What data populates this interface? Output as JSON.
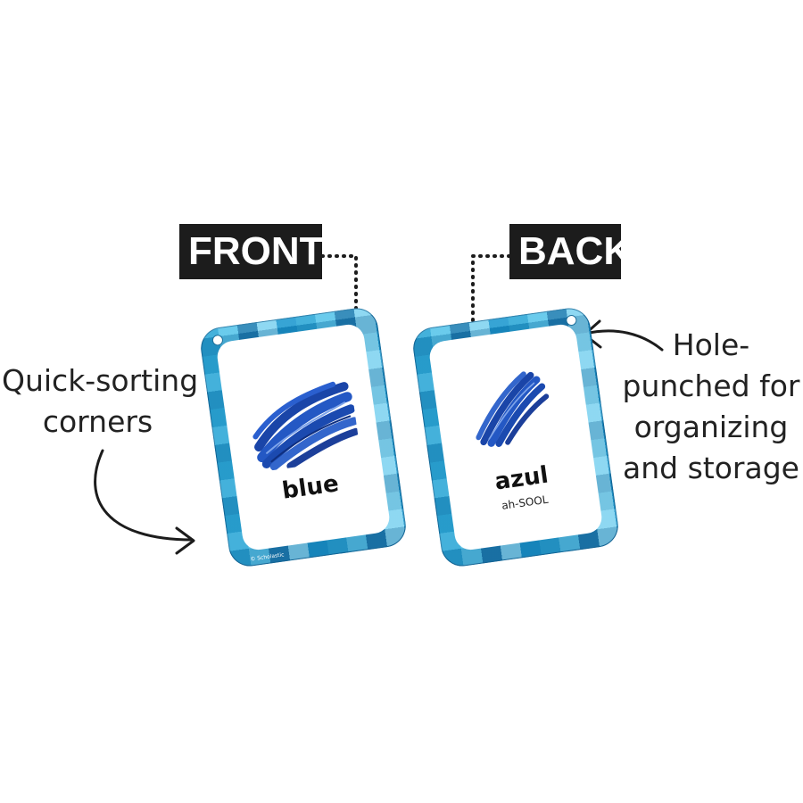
{
  "labels": {
    "front": "FRONT",
    "back": "BACK"
  },
  "callouts": {
    "left": [
      "Quick-sorting",
      "corners"
    ],
    "right": [
      "Hole-",
      "punched for",
      "organizing",
      "and storage"
    ]
  },
  "cards": {
    "front": {
      "word": "blue",
      "copyright": "© Scholastic"
    },
    "back": {
      "word": "azul",
      "pronunciation": "ah-SOOL"
    }
  },
  "colors": {
    "label_bg": "#1c1c1c",
    "card_border": "#2aa6d6",
    "paint": "#1f4fb5"
  },
  "icons": [
    "curved-arrow-icon",
    "paint-swatch-icon",
    "hole-punch-icon"
  ]
}
